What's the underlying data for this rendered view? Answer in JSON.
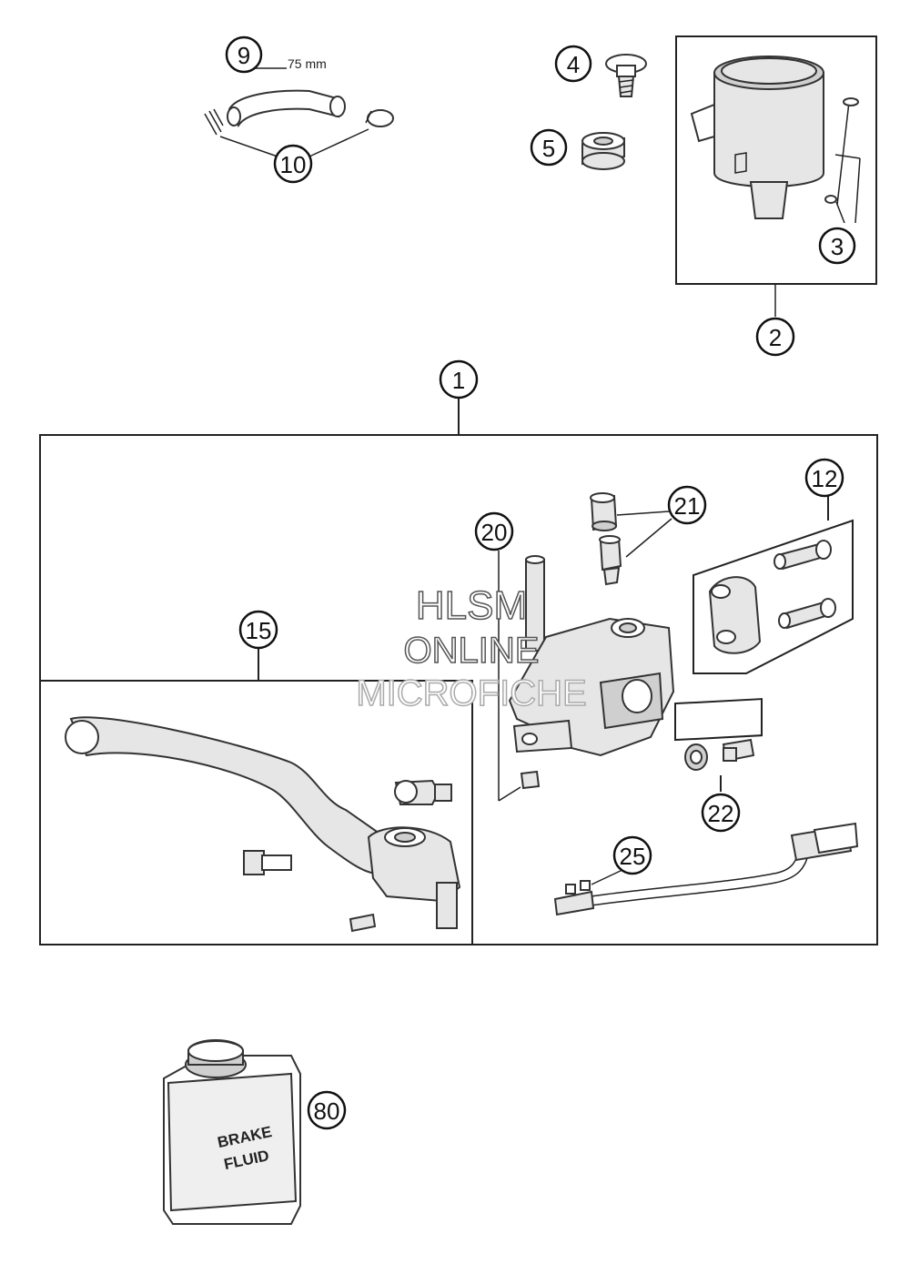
{
  "callouts": {
    "c1": "1",
    "c2": "2",
    "c3": "3",
    "c4": "4",
    "c5": "5",
    "c9": "9",
    "c10": "10",
    "c12": "12",
    "c15": "15",
    "c20": "20",
    "c21": "21",
    "c22": "22",
    "c25": "25",
    "c80": "80"
  },
  "hose_length": "75 mm",
  "watermark": {
    "line1": "HLSM",
    "line2": "ONLINE",
    "line3": "MICROFICHE"
  },
  "fluid_label": {
    "line1": "BRAKE",
    "line2": "FLUID"
  }
}
